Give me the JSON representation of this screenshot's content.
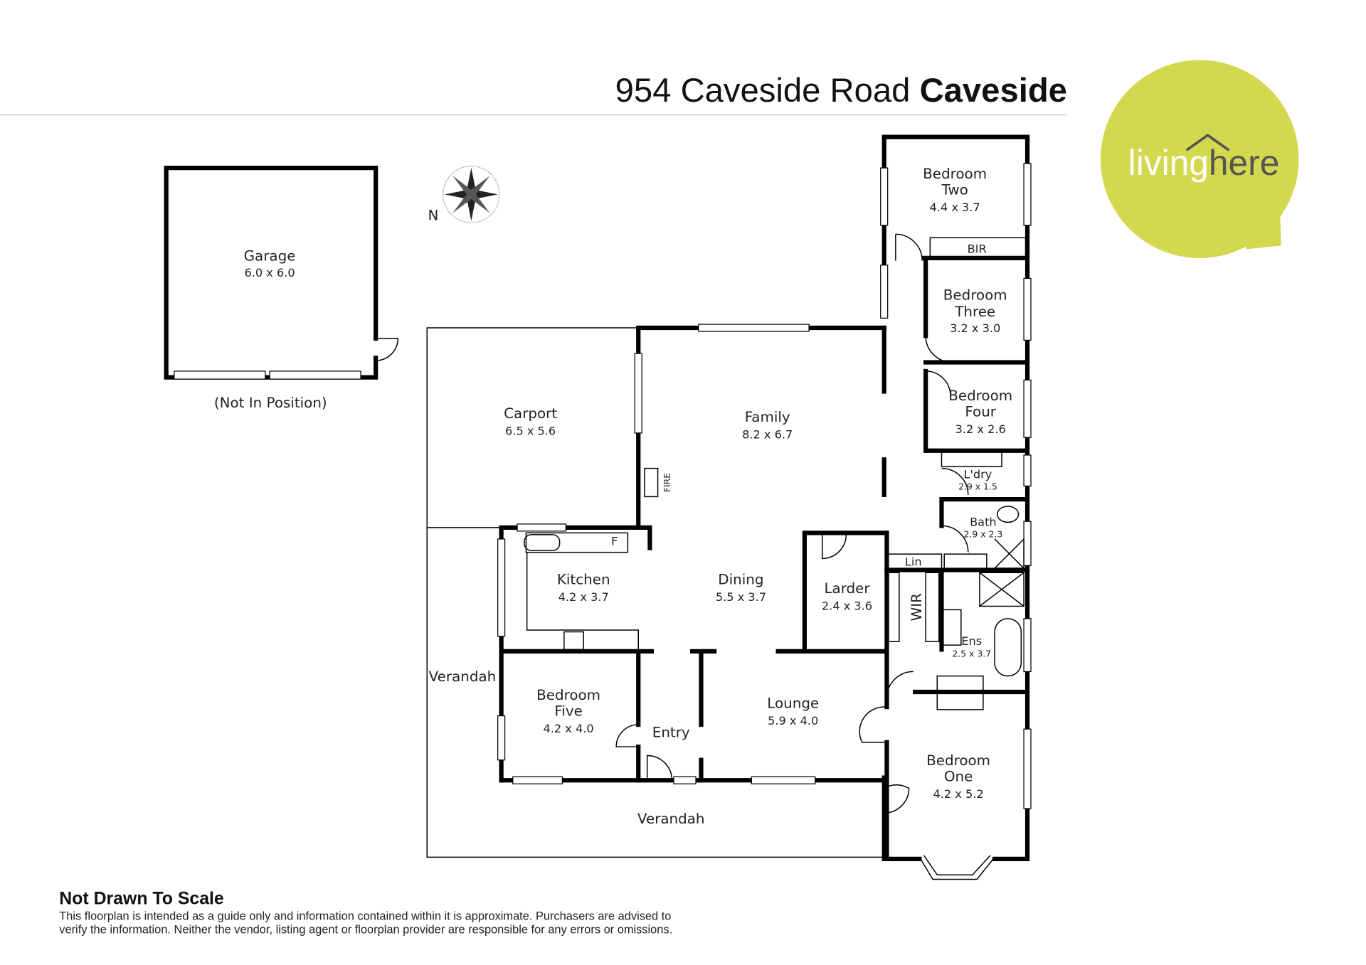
{
  "header": {
    "address": "954 Caveside Road",
    "suburb": "Caveside"
  },
  "logo": {
    "part1": "living",
    "part2": "here",
    "color": "#d4d84f"
  },
  "compass": {
    "north_label": "N"
  },
  "garage": {
    "name": "Garage",
    "dims": "6.0 x 6.0",
    "note": "(Not In Position)"
  },
  "rooms": {
    "carport": {
      "name": "Carport",
      "dims": "6.5 x 5.6"
    },
    "family": {
      "name": "Family",
      "dims": "8.2 x 6.7"
    },
    "fire": "FIRE",
    "fridge": "F",
    "kitchen": {
      "name": "Kitchen",
      "dims": "4.2 x 3.7"
    },
    "dining": {
      "name": "Dining",
      "dims": "5.5 x 3.7"
    },
    "larder": {
      "name": "Larder",
      "dims": "2.4 x 3.6"
    },
    "lounge": {
      "name": "Lounge",
      "dims": "5.9 x 4.0"
    },
    "entry": "Entry",
    "verandah_side": "Verandah",
    "verandah_front": "Verandah",
    "bed5": {
      "name1": "Bedroom",
      "name2": "Five",
      "dims": "4.2 x 4.0"
    },
    "bed1": {
      "name1": "Bedroom",
      "name2": "One",
      "dims": "4.2 x 5.2"
    },
    "bed2": {
      "name1": "Bedroom",
      "name2": "Two",
      "dims": "4.4 x 3.7"
    },
    "bed3": {
      "name1": "Bedroom",
      "name2": "Three",
      "dims": "3.2 x 3.0"
    },
    "bed4": {
      "name1": "Bedroom",
      "name2": "Four",
      "dims": "3.2 x 2.6"
    },
    "bir": "BIR",
    "ldry": {
      "name": "L'dry",
      "dims": "2.9 x 1.5"
    },
    "bath": {
      "name": "Bath",
      "dims": "2.9 x 2.3"
    },
    "lin": "Lin",
    "wir": "WIR",
    "ens": {
      "name": "Ens",
      "dims": "2.5 x 3.7"
    }
  },
  "footer": {
    "title": "Not Drawn To Scale",
    "line1": "This floorplan is intended as a guide only and information contained within it is approximate. Purchasers are advised to",
    "line2": "verify the information. Neither the vendor, listing agent or floorplan provider are responsible for any errors or omissions."
  }
}
